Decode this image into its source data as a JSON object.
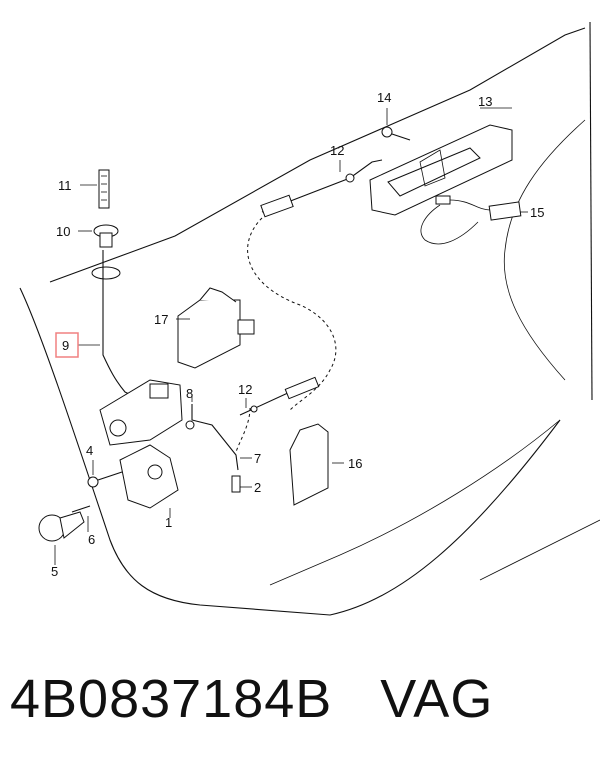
{
  "callouts": {
    "c1": "1",
    "c2": "2",
    "c4": "4",
    "c5": "5",
    "c6": "6",
    "c7": "7",
    "c8": "8",
    "c9": "9",
    "c10": "10",
    "c11": "11",
    "c12a": "12",
    "c12b": "12",
    "c13": "13",
    "c14": "14",
    "c15": "15",
    "c16": "16",
    "c17": "17"
  },
  "highlight_color": "#f08080",
  "caption": {
    "part_number": "4B0837184B",
    "brand": "VAG"
  }
}
